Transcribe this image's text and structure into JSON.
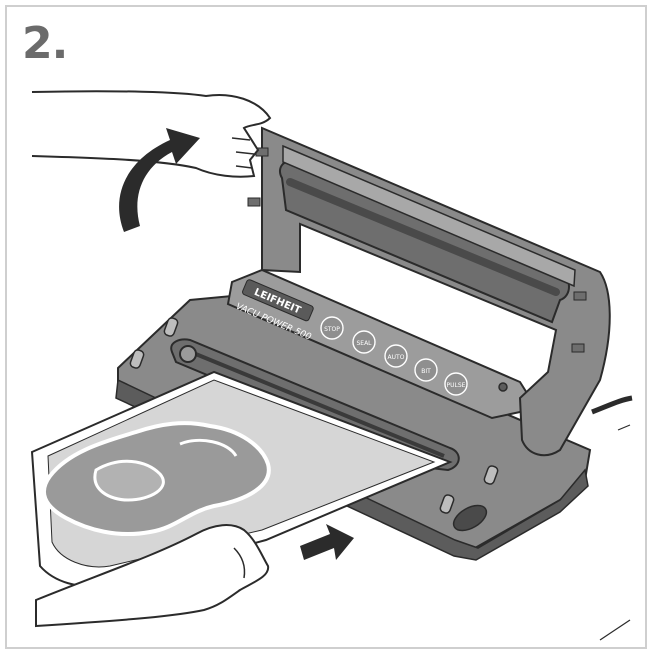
{
  "step_number": "2.",
  "device": {
    "brand": "LEIFHEIT",
    "model": "VACU POWER 500",
    "buttons": [
      "STOP",
      "SEAL",
      "AUTO",
      "BIT",
      "PULSE"
    ]
  },
  "colors": {
    "device_body": "#8a8a8a",
    "device_dark": "#5c5c5c",
    "bag": "#d6d6d6",
    "meat": "#9a9a9a",
    "outline": "#2b2b2b",
    "frame_border": "#cfcfcf",
    "step_text": "#6b6b6b"
  },
  "icons": [
    "open-lid-arrow-icon",
    "insert-direction-arrow-icon"
  ]
}
